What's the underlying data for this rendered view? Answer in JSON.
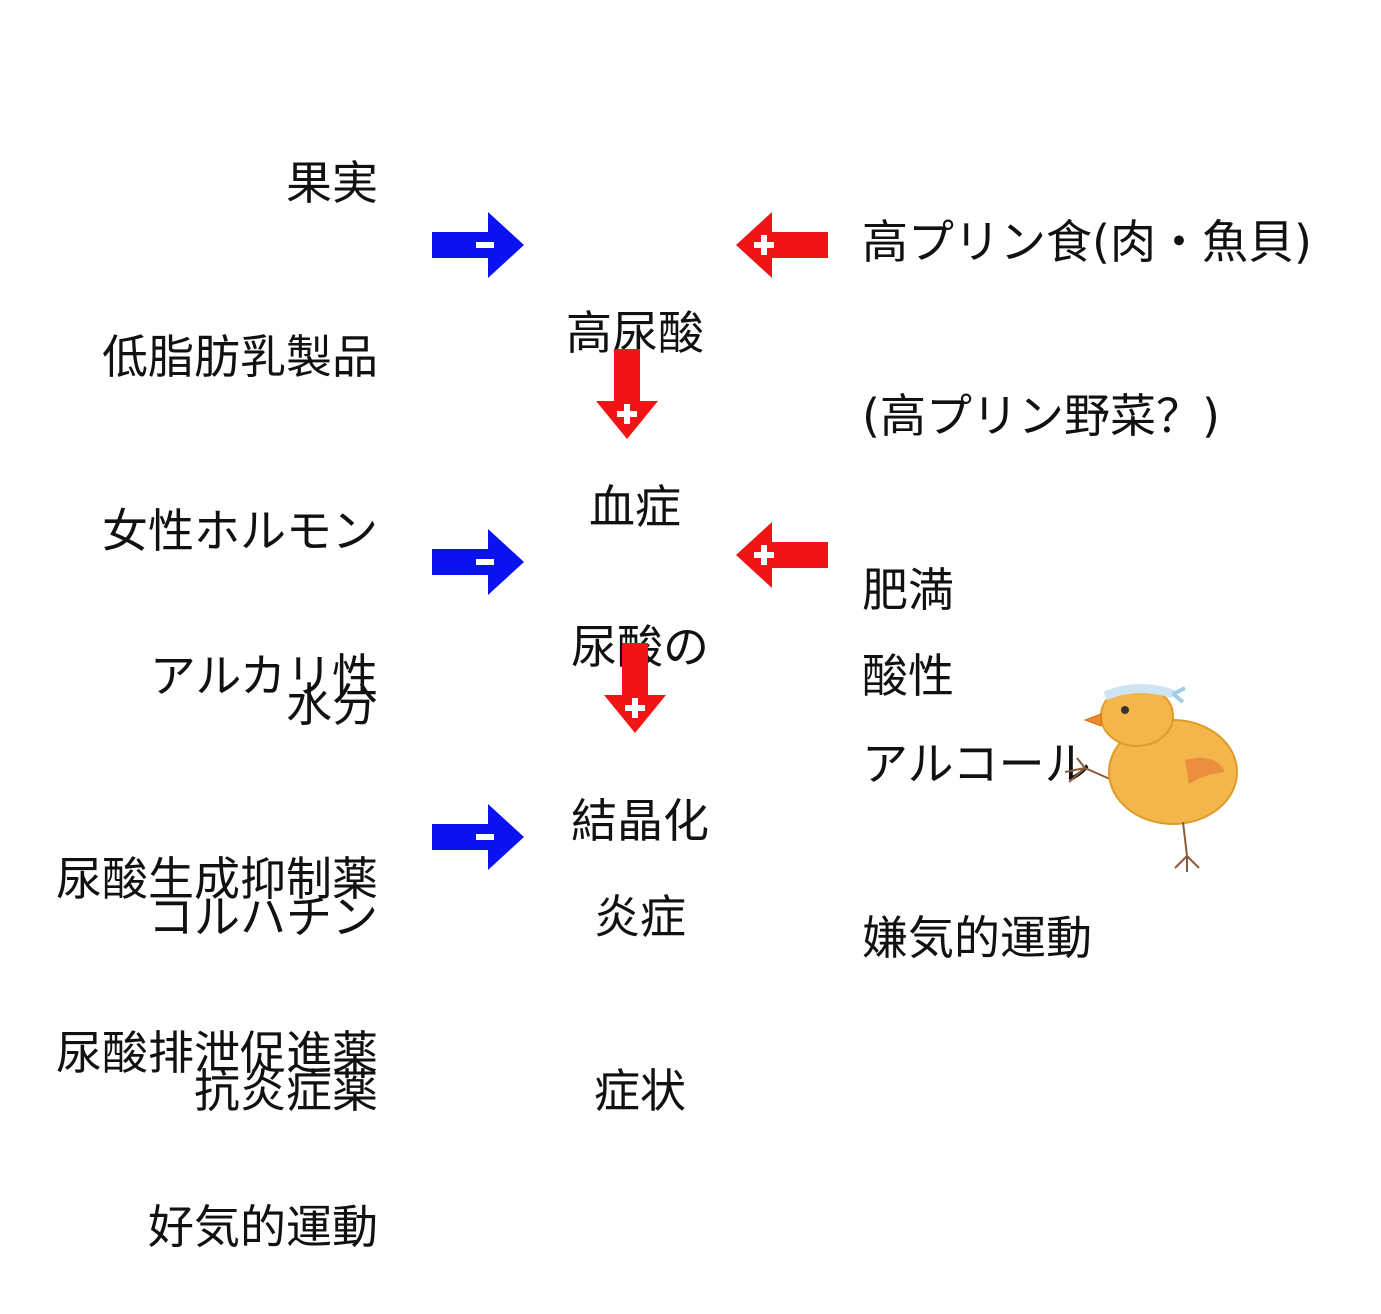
{
  "colors": {
    "inhibit": "#0a12f0",
    "promote": "#f01414",
    "sign": "#ffffff",
    "chick": "#f2b247"
  },
  "left_factors": {
    "hyperuricemia": [
      "果実",
      "低脂肪乳製品",
      "女性ホルモン",
      "水分",
      "尿酸生成抑制薬",
      "尿酸排泄促進薬",
      "好気的運動"
    ],
    "crystallization": [
      "アルカリ性"
    ],
    "inflammation": [
      "コルハチン",
      "抗炎症薬"
    ]
  },
  "right_factors": {
    "hyperuricemia": [
      "高プリン食(肉・魚貝)",
      "(高プリン野菜？)",
      "肥満",
      "アルコール",
      "嫌気的運動"
    ],
    "crystallization": [
      "酸性"
    ]
  },
  "center_nodes": {
    "hyperuricemia": [
      "高尿酸",
      "血症"
    ],
    "crystallization": [
      "尿酸の",
      "結晶化"
    ],
    "inflammation": [
      "炎症",
      "症状"
    ]
  },
  "signs": {
    "minus": "−",
    "plus": "+"
  },
  "icons": {
    "inhibit_arrow": "blue-right-arrow-minus-icon",
    "promote_arrow": "red-arrow-plus-icon",
    "mascot": "chick-illustration"
  }
}
